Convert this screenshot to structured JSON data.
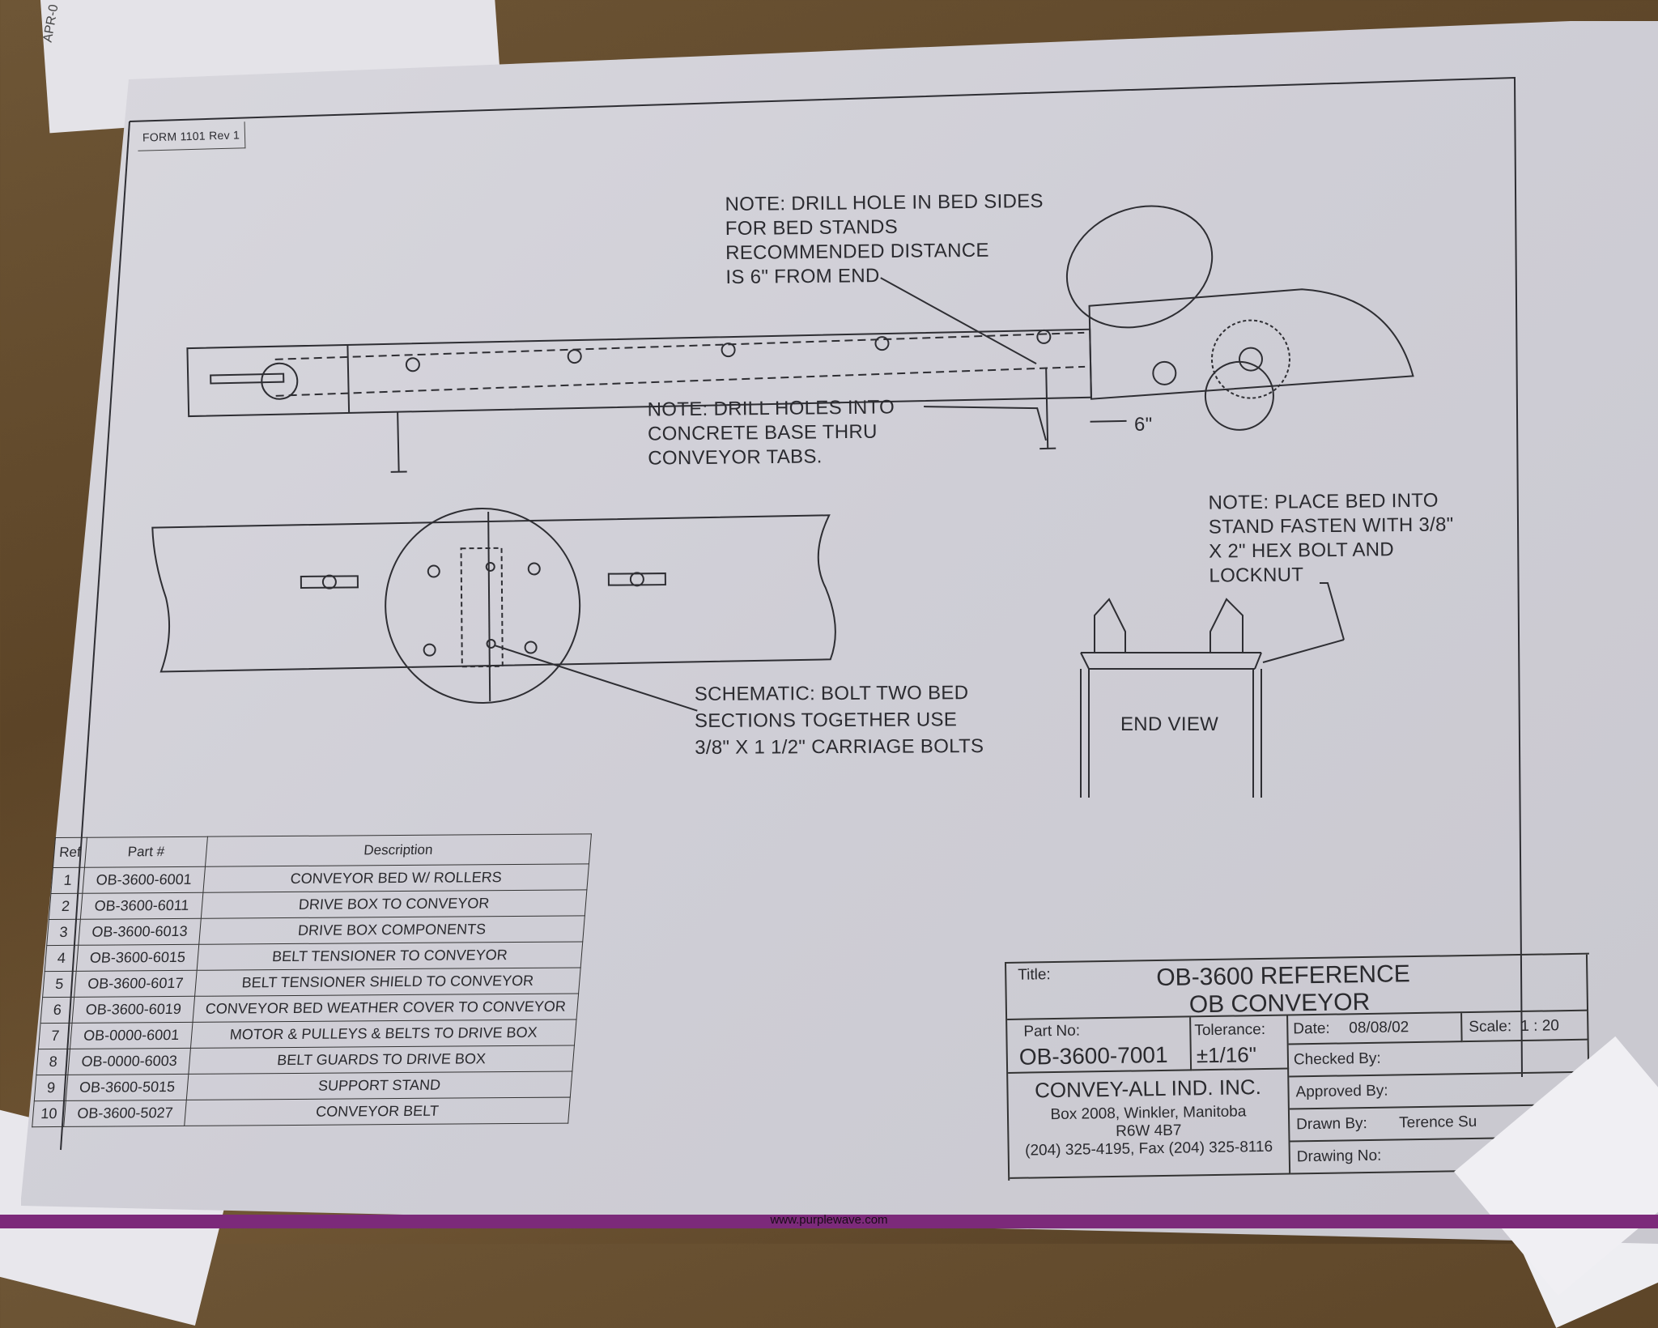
{
  "background_paper_text": "APR-0",
  "form_label": "FORM 1101 Rev 1",
  "notes": {
    "drill_bed_sides": [
      "NOTE: DRILL HOLE IN BED SIDES",
      "FOR BED STANDS",
      "RECOMMENDED DISTANCE",
      "IS 6\" FROM END"
    ],
    "drill_concrete": [
      "NOTE: DRILL HOLES INTO",
      "CONCRETE BASE THRU",
      "CONVEYOR TABS."
    ],
    "dimension": "6\"",
    "place_bed": [
      "NOTE: PLACE BED INTO",
      "STAND FASTEN WITH 3/8\"",
      "X 2\" HEX  BOLT AND",
      "LOCKNUT"
    ],
    "schematic": [
      "SCHEMATIC: BOLT TWO BED",
      "SECTIONS TOGETHER USE",
      "3/8\" X 1 1/2\" CARRIAGE BOLTS"
    ],
    "end_view": "END VIEW"
  },
  "parts_table": {
    "headers": [
      "Ref",
      "Part #",
      "Description"
    ],
    "rows": [
      [
        "1",
        "OB-3600-6001",
        "CONVEYOR BED W/ ROLLERS"
      ],
      [
        "2",
        "OB-3600-6011",
        "DRIVE BOX TO CONVEYOR"
      ],
      [
        "3",
        "OB-3600-6013",
        "DRIVE BOX COMPONENTS"
      ],
      [
        "4",
        "OB-3600-6015",
        "BELT TENSIONER TO CONVEYOR"
      ],
      [
        "5",
        "OB-3600-6017",
        "BELT TENSIONER SHIELD TO CONVEYOR"
      ],
      [
        "6",
        "OB-3600-6019",
        "CONVEYOR BED WEATHER COVER TO CONVEYOR"
      ],
      [
        "7",
        "OB-0000-6001",
        "MOTOR & PULLEYS & BELTS TO DRIVE BOX"
      ],
      [
        "8",
        "OB-0000-6003",
        "BELT GUARDS TO DRIVE BOX"
      ],
      [
        "9",
        "OB-3600-5015",
        "SUPPORT STAND"
      ],
      [
        "10",
        "OB-3600-5027",
        "CONVEYOR BELT"
      ]
    ]
  },
  "title_block": {
    "title_label": "Title:",
    "title_line1": "OB-3600  REFERENCE",
    "title_line2": "OB CONVEYOR",
    "part_no_label": "Part No:",
    "part_no": "OB-3600-7001",
    "tolerance_label": "Tolerance:",
    "tolerance": "±1/16\"",
    "date_label": "Date:",
    "date": "08/08/02",
    "scale_label": "Scale:",
    "scale": "1 : 20",
    "checked_by_label": "Checked By:",
    "approved_by_label": "Approved By:",
    "drawn_by_label": "Drawn By:",
    "drawn_by": "Terence Su",
    "drawing_no_label": "Drawing No:",
    "company": "CONVEY-ALL IND. INC.",
    "address1": "Box 2008, Winkler, Manitoba",
    "address2": "R6W 4B7",
    "phone": "(204) 325-4195, Fax (204) 325-8116"
  },
  "watermark": "www.purplewave.com",
  "colors": {
    "paper": "#d3d2d8",
    "ink": "#2a2a2e",
    "wood": "#644a2c",
    "watermark_bar": "#7c2a7a"
  }
}
